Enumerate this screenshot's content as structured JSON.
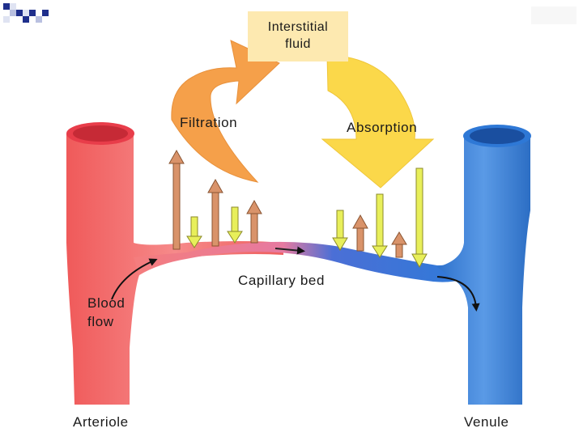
{
  "labels": {
    "interstitial_fluid": "Interstitial\nfluid",
    "filtration": "Filtration",
    "absorption": "Absorption",
    "capillary_bed": "Capillary bed",
    "blood_flow": "Blood\nflow",
    "arteriole": "Arteriole",
    "venule": "Venule"
  },
  "colors": {
    "arteriole": "#f26b6b",
    "venule": "#3b84d8",
    "filtration_arrow": "#f5a04a",
    "absorption_arrow": "#fbd84a",
    "interstitial_box": "#fde9b0",
    "outflow_arrow": "#d9936a",
    "inflow_arrow": "#e8ef5a"
  },
  "icons": {
    "corner_logo": "blue-white-checker-squares-icon"
  }
}
